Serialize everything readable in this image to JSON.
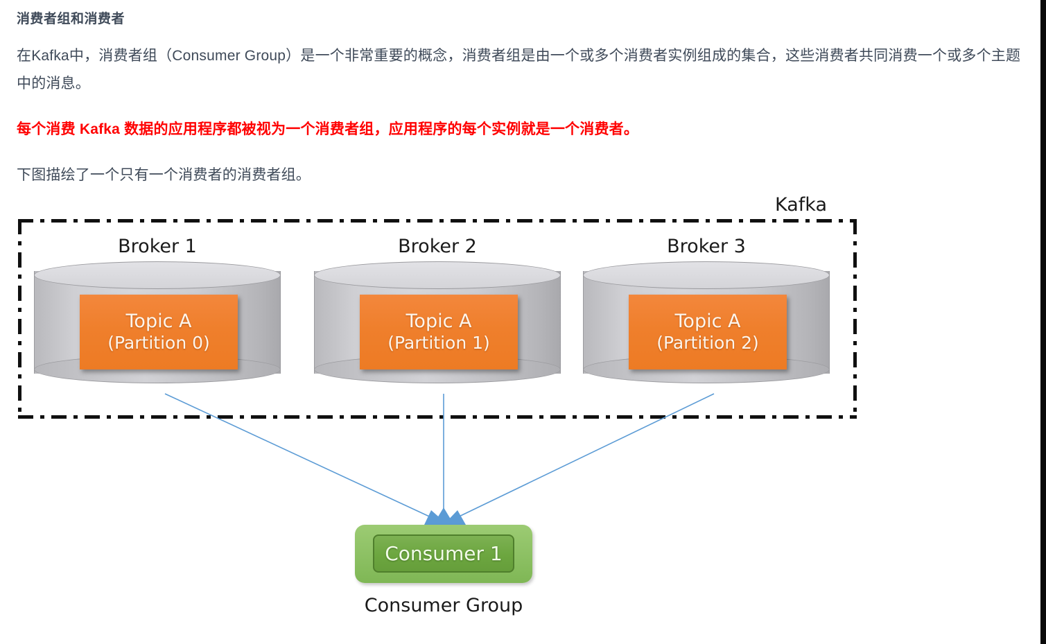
{
  "article": {
    "heading": "消费者组和消费者",
    "paragraph_1": "在Kafka中，消费者组（Consumer Group）是一个非常重要的概念，消费者组是由一个或多个消费者实例组成的集合，这些消费者共同消费一个或多个主题中的消息。",
    "paragraph_highlight": "每个消费 Kafka 数据的应用程序都被视为一个消费者组，应用程序的每个实例就是一个消费者。",
    "paragraph_note": "下图描绘了一个只有一个消费者的消费者组。",
    "highlight_color": "#ff0000",
    "text_color": "#3f4a59"
  },
  "diagram": {
    "cluster_label": "Kafka",
    "boundary_style": "dash-dot",
    "brokers": [
      {
        "title": "Broker 1",
        "topic_name": "Topic A",
        "partition_label": "(Partition 0)"
      },
      {
        "title": "Broker 2",
        "topic_name": "Topic A",
        "partition_label": "(Partition 1)"
      },
      {
        "title": "Broker 3",
        "topic_name": "Topic A",
        "partition_label": "(Partition 2)"
      }
    ],
    "consumer_group": {
      "consumer_label": "Consumer 1",
      "group_label": "Consumer Group"
    },
    "colors": {
      "topic_orange": "#ef7f2c",
      "cylinder_gray": "#cfcfd3",
      "consumer_outer_green": "#8cc063",
      "consumer_inner_green": "#6ca63f",
      "arrow_blue": "#5b9bd5",
      "boundary_black": "#101010"
    },
    "arrows": [
      {
        "from": "broker-1",
        "to": "consumer-1"
      },
      {
        "from": "broker-2",
        "to": "consumer-1"
      },
      {
        "from": "broker-3",
        "to": "consumer-1"
      }
    ]
  }
}
